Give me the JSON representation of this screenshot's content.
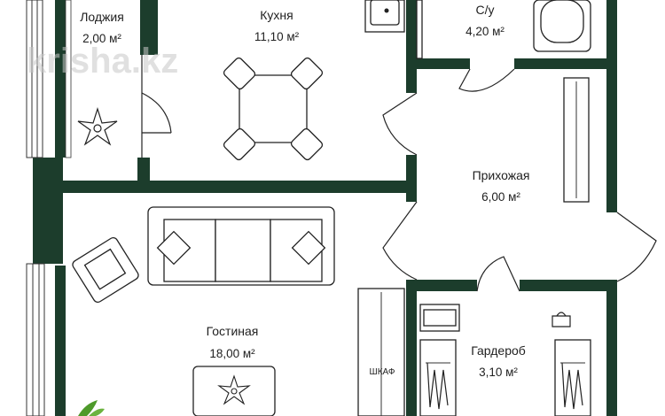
{
  "watermark": "krisha.kz",
  "rooms": {
    "loggia": {
      "name": "Лоджия",
      "area": "2,00 м²"
    },
    "kitchen": {
      "name": "Кухня",
      "area": "11,10 м²"
    },
    "bathroom": {
      "name": "С/у",
      "area": "4,20 м²"
    },
    "hallway": {
      "name": "Прихожая",
      "area": "6,00 м²"
    },
    "living": {
      "name": "Гостиная",
      "area": "18,00 м²"
    },
    "wardrobe": {
      "name": "Гардероб",
      "area": "3,10 м²"
    }
  },
  "closet_label": "ШКАФ",
  "colors": {
    "wall": "#1c3d2c",
    "background": "#ffffff",
    "text": "#1f1f1f"
  },
  "icons": [
    "flower-rug-icon",
    "plant-icon",
    "handbag-icon",
    "hanger-icon",
    "sink-icon",
    "bathtub-icon"
  ]
}
